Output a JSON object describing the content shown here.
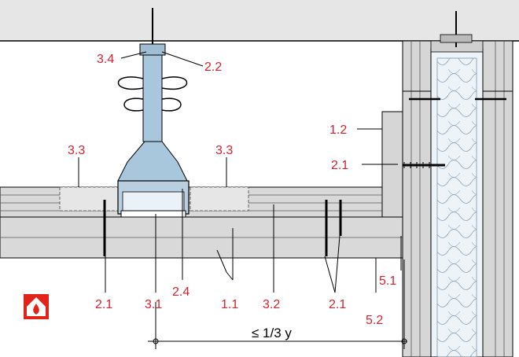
{
  "labels": {
    "l_3_4": "3.4",
    "l_2_2": "2.2",
    "l_1_2": "1.2",
    "l_3_3_left": "3.3",
    "l_3_3_right": "3.3",
    "l_2_1_wall": "2.1",
    "l_5_1": "5.1",
    "l_2_1_left": "2.1",
    "l_3_1": "3.1",
    "l_2_4": "2.4",
    "l_1_1": "1.1",
    "l_3_2": "3.2",
    "l_2_1_right": "2.1",
    "l_5_2": "5.2"
  },
  "dimension": {
    "text": "≤  1/3 y"
  },
  "icons": {
    "fire_badge": "fire-protection-house-icon"
  },
  "colors": {
    "label": "#d9212e",
    "board": "#d6d6d6",
    "steel": "#a9c7dc",
    "insulation": "#dde9f3",
    "fire_badge": "#e2231a"
  }
}
